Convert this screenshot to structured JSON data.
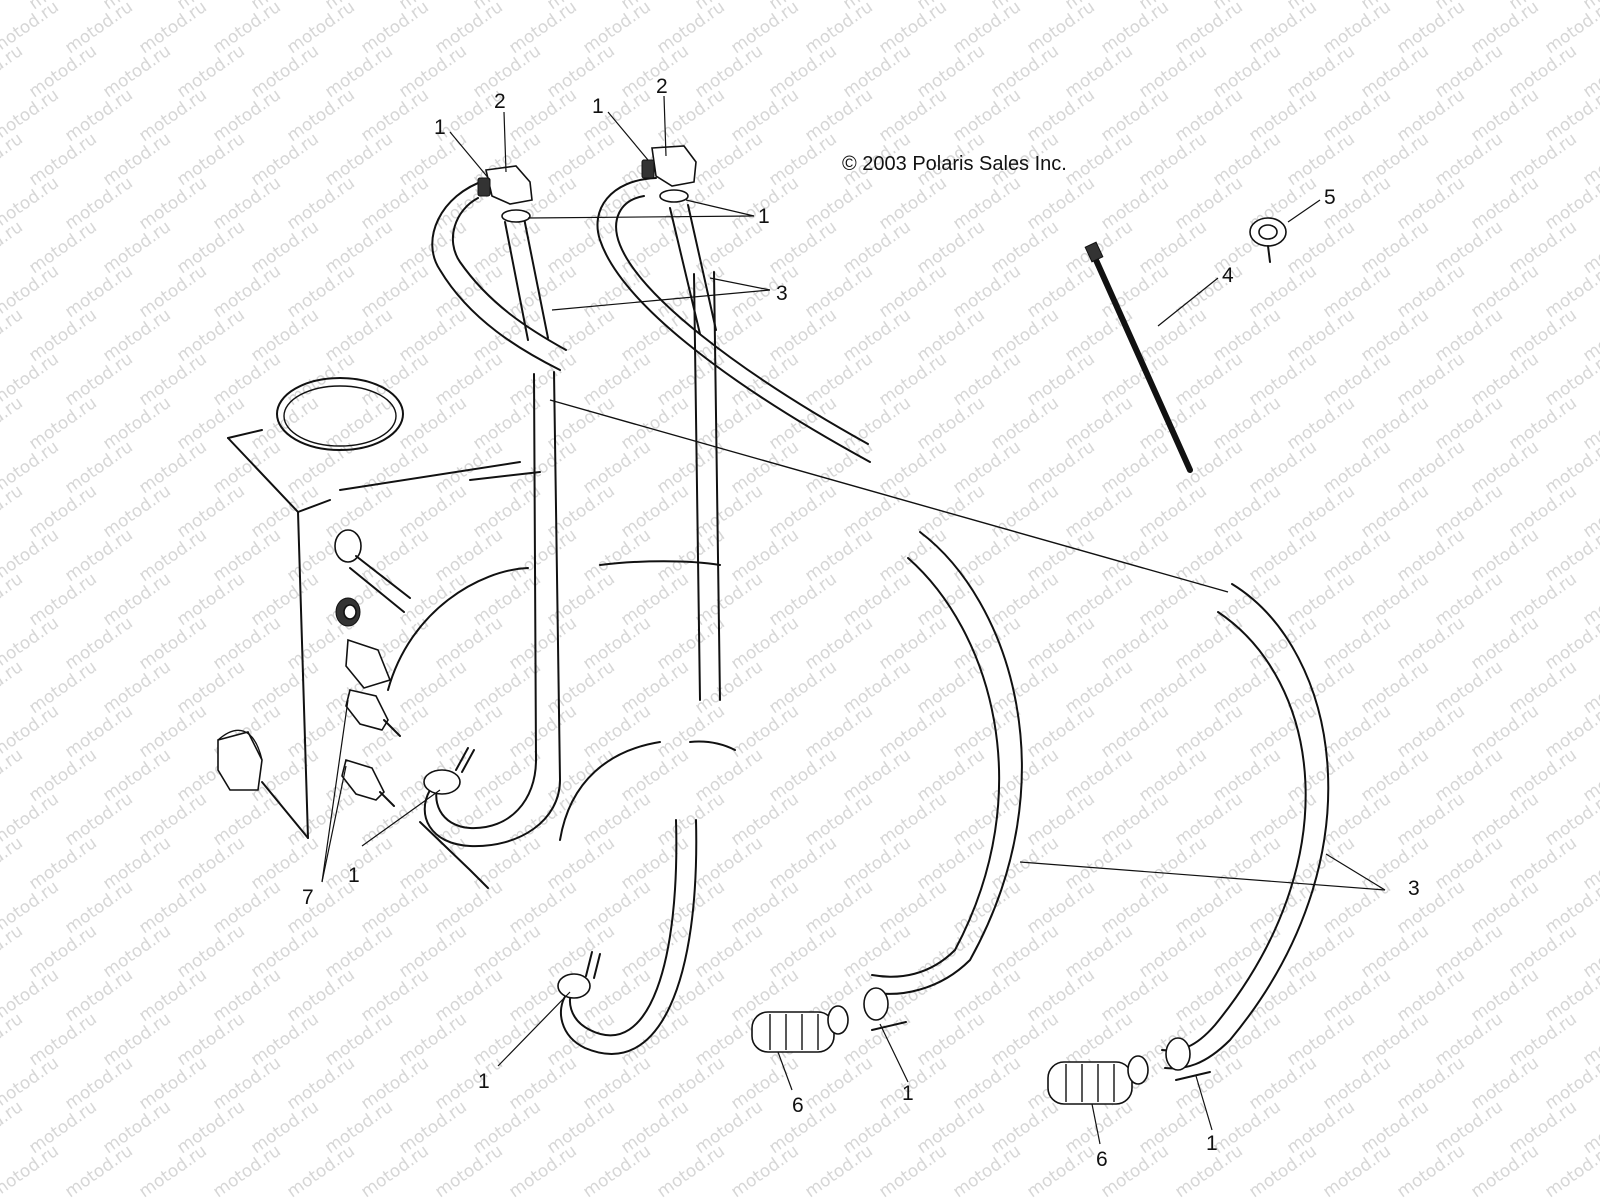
{
  "copyright": "© 2003 Polaris Sales Inc.",
  "watermark": "motod.ru",
  "callouts": {
    "c1a": "1",
    "c2a": "2",
    "c1b": "1",
    "c2b": "2",
    "c1c": "1",
    "c3a": "3",
    "c5": "5",
    "c4": "4",
    "c7": "7",
    "c1d": "1",
    "c3b": "3",
    "c1e": "1",
    "c6a": "6",
    "c1f": "1",
    "c6b": "6",
    "c1g": "1"
  }
}
